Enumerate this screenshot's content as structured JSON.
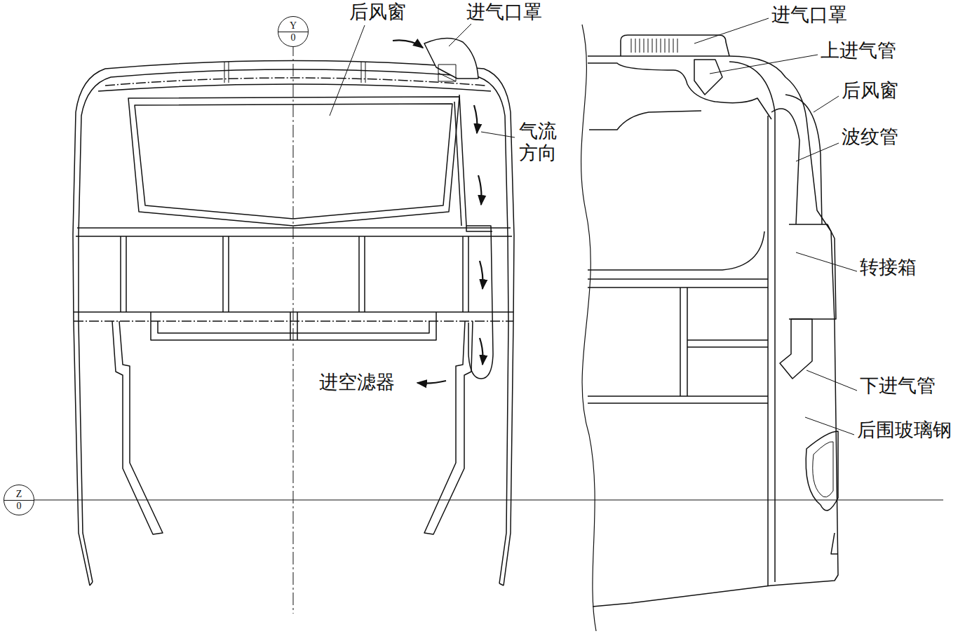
{
  "diagram": {
    "nodes": [
      {
        "text": [
          "Y",
          "0"
        ]
      },
      {
        "text": [
          "Z",
          "0"
        ]
      }
    ],
    "labels": [
      "后风窗",
      "进气口罩",
      "气流 方向",
      "进空滤器",
      "进气口罩",
      "上进气管",
      "后风窗",
      "波纹管",
      "转接箱",
      "下进气管",
      "后围玻璃钢"
    ]
  }
}
